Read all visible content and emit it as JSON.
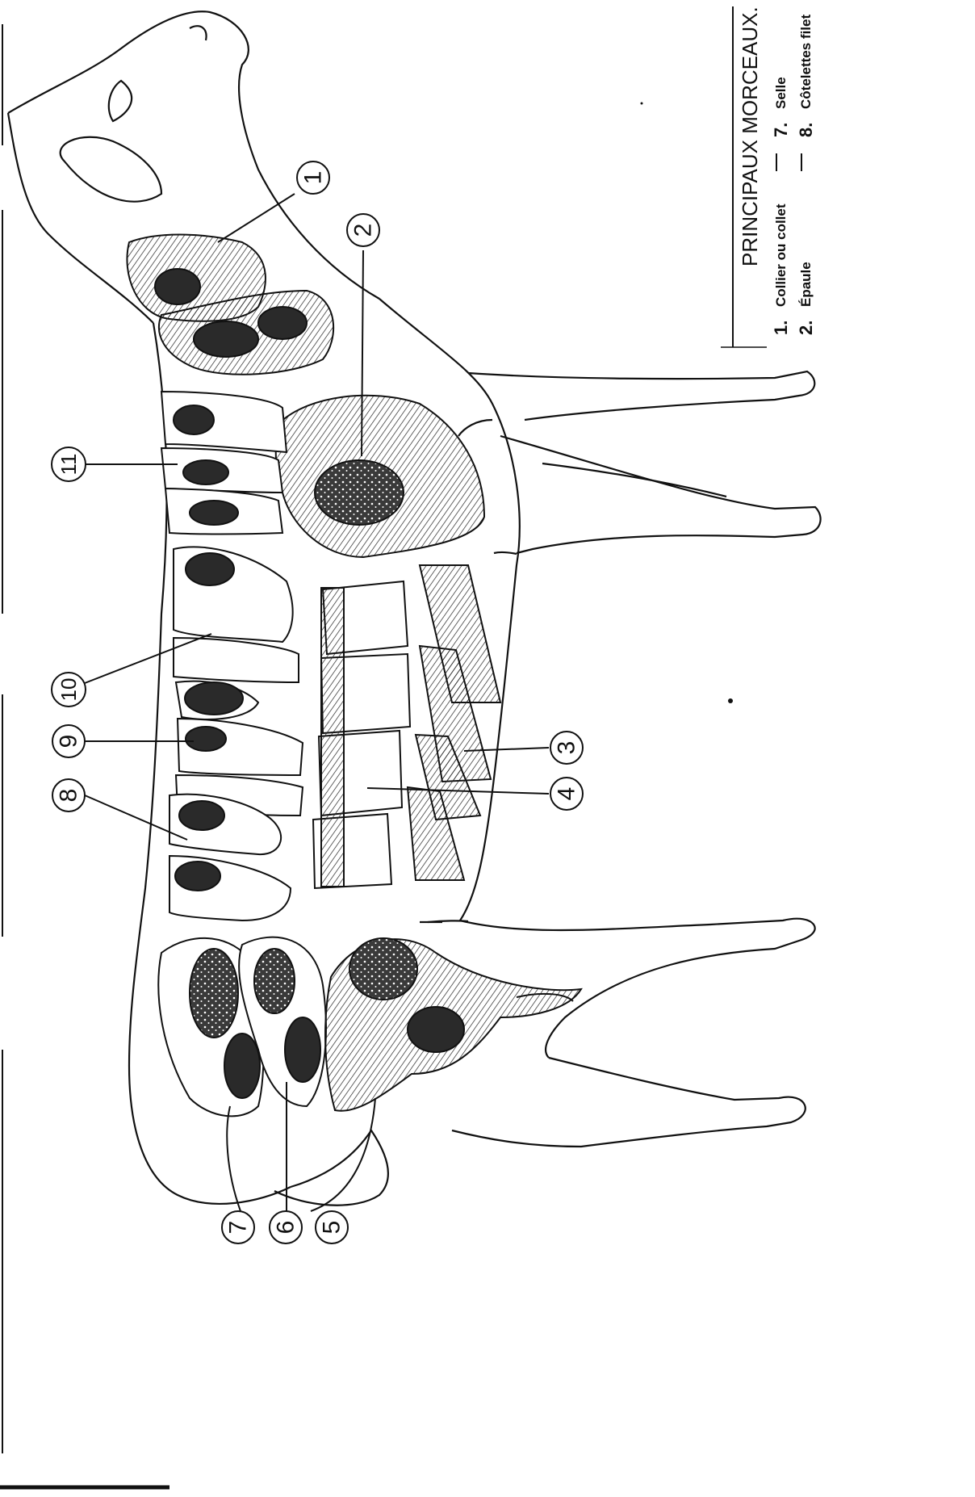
{
  "legend": {
    "title": "PRINCIPAUX MORCEAUX.",
    "items": [
      {
        "num": "1.",
        "label": "Collier ou collet"
      },
      {
        "num": "2.",
        "label": "Épaule"
      },
      {
        "num": "7.",
        "label": "Selle"
      },
      {
        "num": "8.",
        "label": "Côtelettes filet"
      }
    ]
  },
  "callouts": [
    "1",
    "2",
    "3",
    "4",
    "5",
    "6",
    "7",
    "8",
    "9",
    "10",
    "11"
  ],
  "colors": {
    "ink": "#111111",
    "paper": "#ffffff",
    "meat": "#2a2a2a"
  }
}
